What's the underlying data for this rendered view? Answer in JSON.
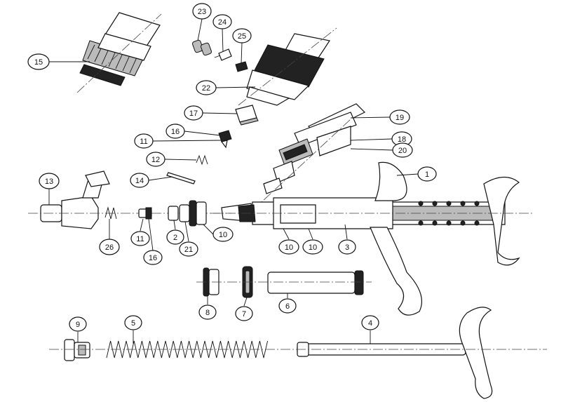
{
  "callouts": [
    {
      "id": "15",
      "label": "15"
    },
    {
      "id": "23",
      "label": "23"
    },
    {
      "id": "24",
      "label": "24"
    },
    {
      "id": "25",
      "label": "25"
    },
    {
      "id": "22",
      "label": "22"
    },
    {
      "id": "17",
      "label": "17"
    },
    {
      "id": "16a",
      "label": "16"
    },
    {
      "id": "11a",
      "label": "11"
    },
    {
      "id": "12",
      "label": "12"
    },
    {
      "id": "14",
      "label": "14"
    },
    {
      "id": "13",
      "label": "13"
    },
    {
      "id": "19",
      "label": "19"
    },
    {
      "id": "18",
      "label": "18"
    },
    {
      "id": "20",
      "label": "20"
    },
    {
      "id": "1",
      "label": "1"
    },
    {
      "id": "26",
      "label": "26"
    },
    {
      "id": "11b",
      "label": "11"
    },
    {
      "id": "16b",
      "label": "16"
    },
    {
      "id": "2",
      "label": "2"
    },
    {
      "id": "21",
      "label": "21"
    },
    {
      "id": "10a",
      "label": "10"
    },
    {
      "id": "10b",
      "label": "10"
    },
    {
      "id": "10c",
      "label": "10"
    },
    {
      "id": "3",
      "label": "3"
    },
    {
      "id": "8",
      "label": "8"
    },
    {
      "id": "7",
      "label": "7"
    },
    {
      "id": "6",
      "label": "6"
    },
    {
      "id": "9",
      "label": "9"
    },
    {
      "id": "5",
      "label": "5"
    },
    {
      "id": "4",
      "label": "4"
    }
  ]
}
